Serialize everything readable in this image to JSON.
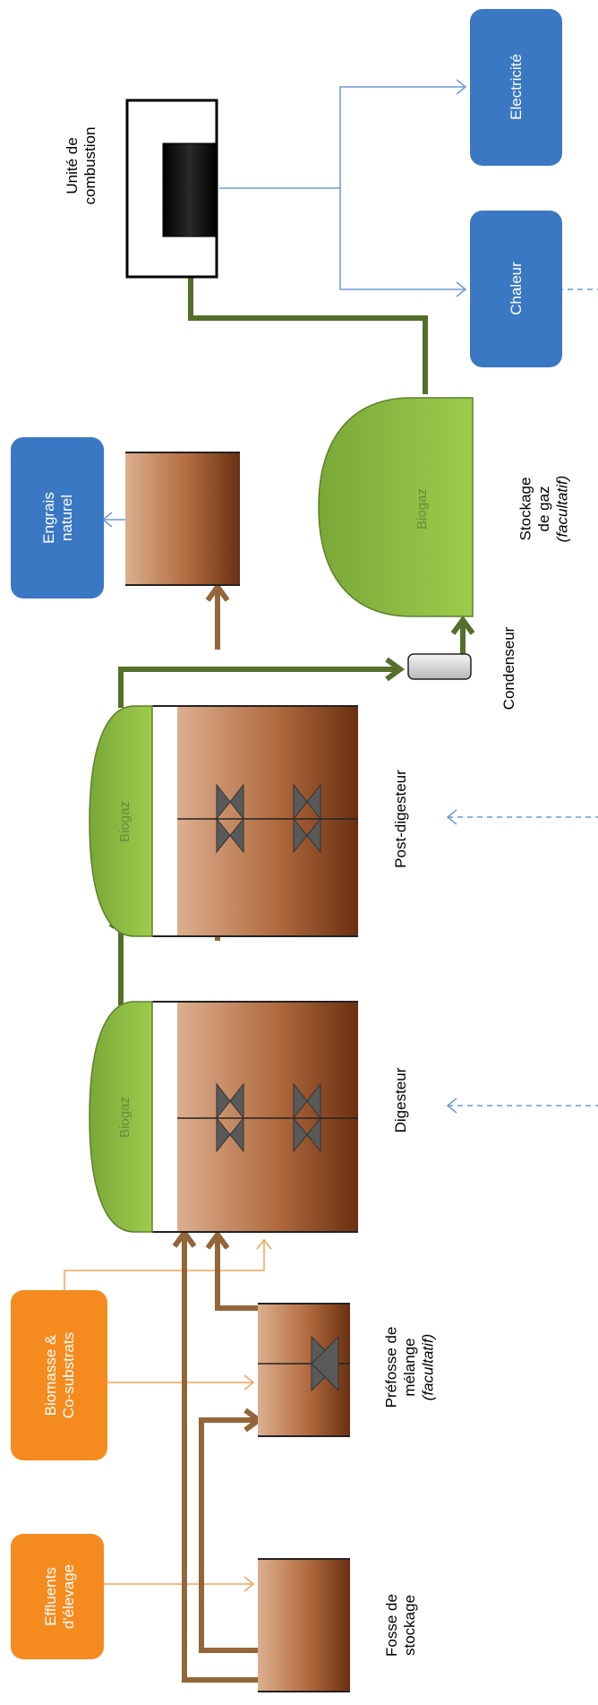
{
  "boxes": {
    "effluents": [
      "Effluents",
      "d'élevage"
    ],
    "biomasse": [
      "Biomasse &",
      "Co-substrats"
    ],
    "engrais": [
      "Engrais",
      "naturel"
    ],
    "chaleur": [
      "Chaleur"
    ],
    "electricite": [
      "Electricité"
    ]
  },
  "labels": {
    "fosse": [
      "Fosse de",
      "stockage"
    ],
    "prefosse": [
      "Préfosse de",
      "mélange",
      "(facultatif)"
    ],
    "digesteur": [
      "Digesteur"
    ],
    "post_digesteur": [
      "Post-digesteur"
    ],
    "condenseur": [
      "Condenseur"
    ],
    "stockage_gaz": [
      "Stockage",
      "de gaz",
      "(facultatif)"
    ],
    "unite_combustion": [
      "Unité de",
      "combustion"
    ]
  },
  "tank_labels": {
    "biogaz_digesteur": "Biogaz",
    "biogaz_post": "Biogaz",
    "biogaz_stockage": "Biogaz"
  },
  "colors": {
    "orange": "#f58b1f",
    "blue": "#3a78c3",
    "green_light": "#92c046",
    "green_dark": "#536f2b",
    "brown_arrow": "#93663a",
    "brown_dark": "#6e3512",
    "brown_light": "#d8a886",
    "thin_orange": "#f5a35c",
    "thin_blue": "#6d98d6"
  }
}
